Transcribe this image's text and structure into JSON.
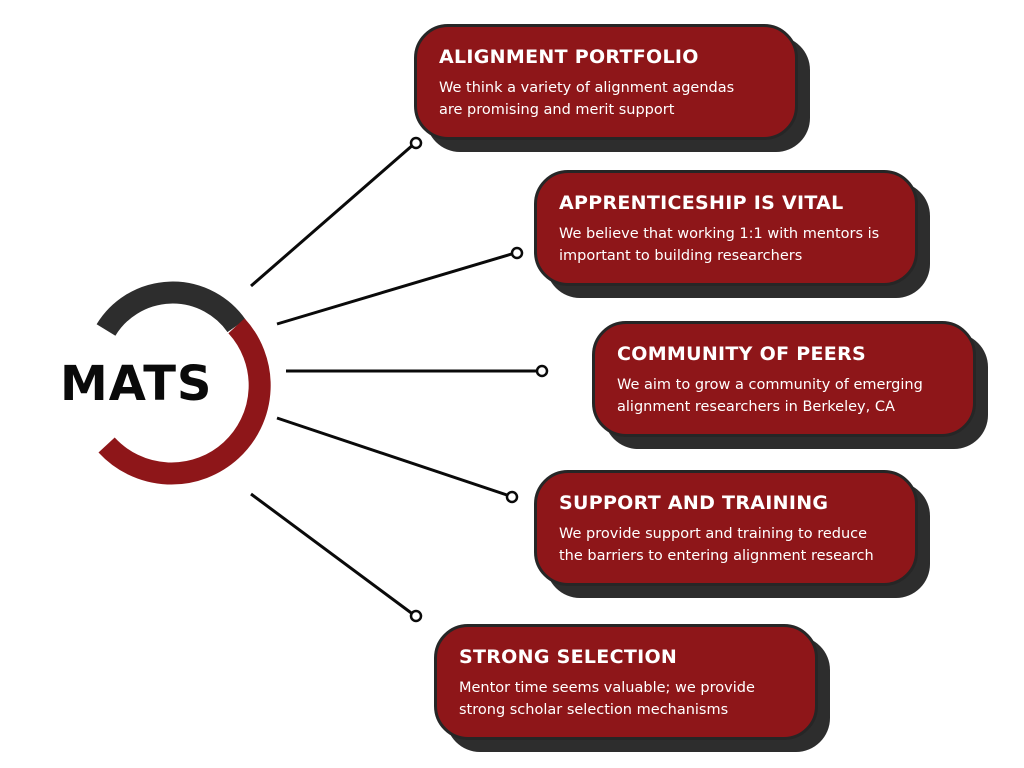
{
  "colors": {
    "primary": "#8e1619",
    "dark": "#2d2d2d",
    "text": "#ffffff",
    "line": "#0a0a0a"
  },
  "logo": {
    "text": "MATS",
    "ring_icon": "half-ring-icon"
  },
  "cards": [
    {
      "title": "ALIGNMENT PORTFOLIO",
      "description": "We think a variety of alignment agendas\nare promising and merit support"
    },
    {
      "title": "APPRENTICESHIP IS VITAL",
      "description": "We believe that working 1:1 with mentors is\nimportant to building researchers"
    },
    {
      "title": "COMMUNITY OF PEERS",
      "description": "We aim to grow a community of emerging\nalignment researchers in Berkeley, CA"
    },
    {
      "title": "SUPPORT AND TRAINING",
      "description": "We provide support and training to reduce\nthe barriers to entering alignment research"
    },
    {
      "title": "STRONG SELECTION",
      "description": "Mentor time seems valuable; we provide\nstrong scholar selection mechanisms"
    }
  ]
}
